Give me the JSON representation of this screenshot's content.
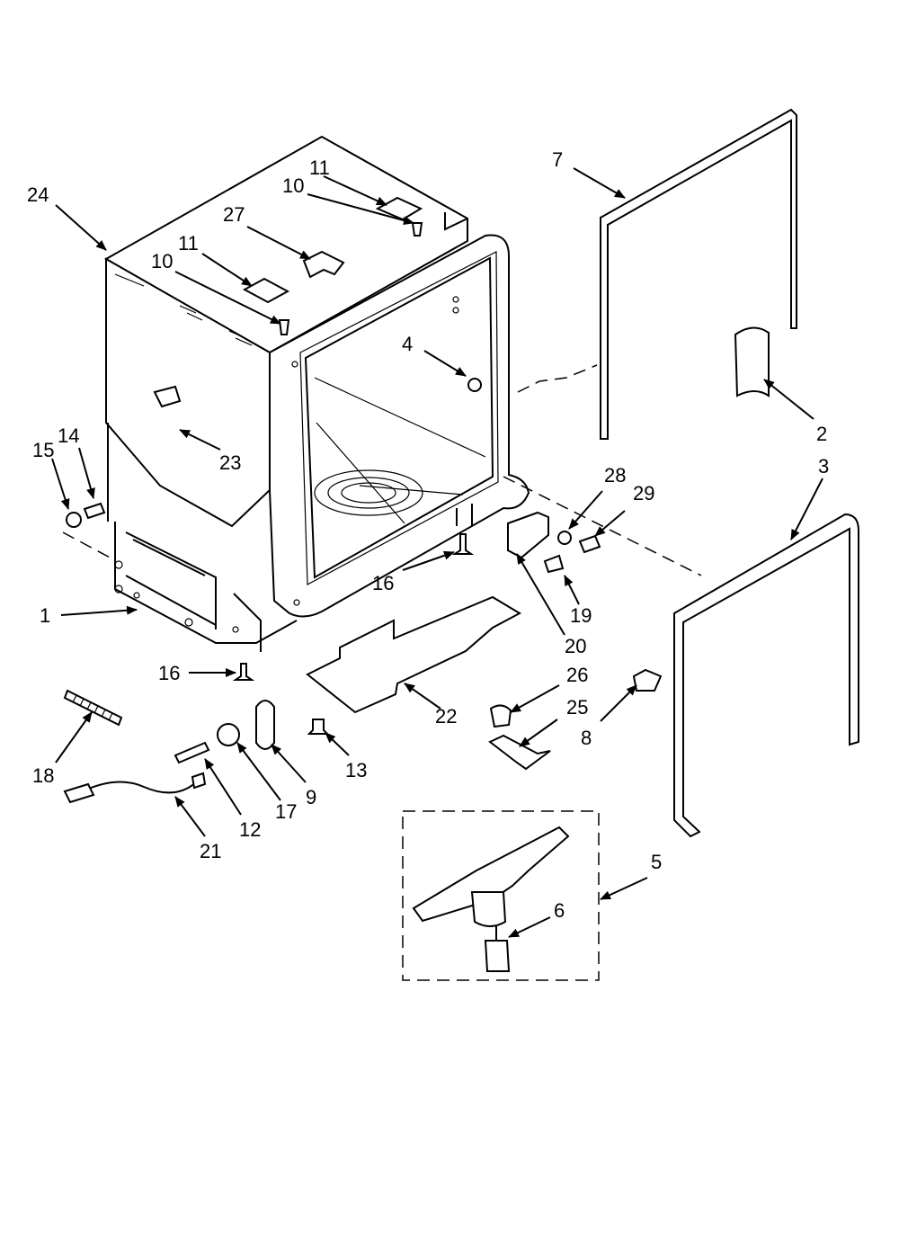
{
  "labels": {
    "p1": "1",
    "p2": "2",
    "p3": "3",
    "p4": "4",
    "p5": "5",
    "p6": "6",
    "p7": "7",
    "p8": "8",
    "p9": "9",
    "p10a": "10",
    "p10b": "10",
    "p11a": "11",
    "p11b": "11",
    "p12": "12",
    "p13": "13",
    "p14": "14",
    "p15": "15",
    "p16a": "16",
    "p16b": "16",
    "p17": "17",
    "p18": "18",
    "p19": "19",
    "p20": "20",
    "p21": "21",
    "p22": "22",
    "p23": "23",
    "p24": "24",
    "p25": "25",
    "p26": "26",
    "p27": "27",
    "p28": "28",
    "p29": "29"
  }
}
